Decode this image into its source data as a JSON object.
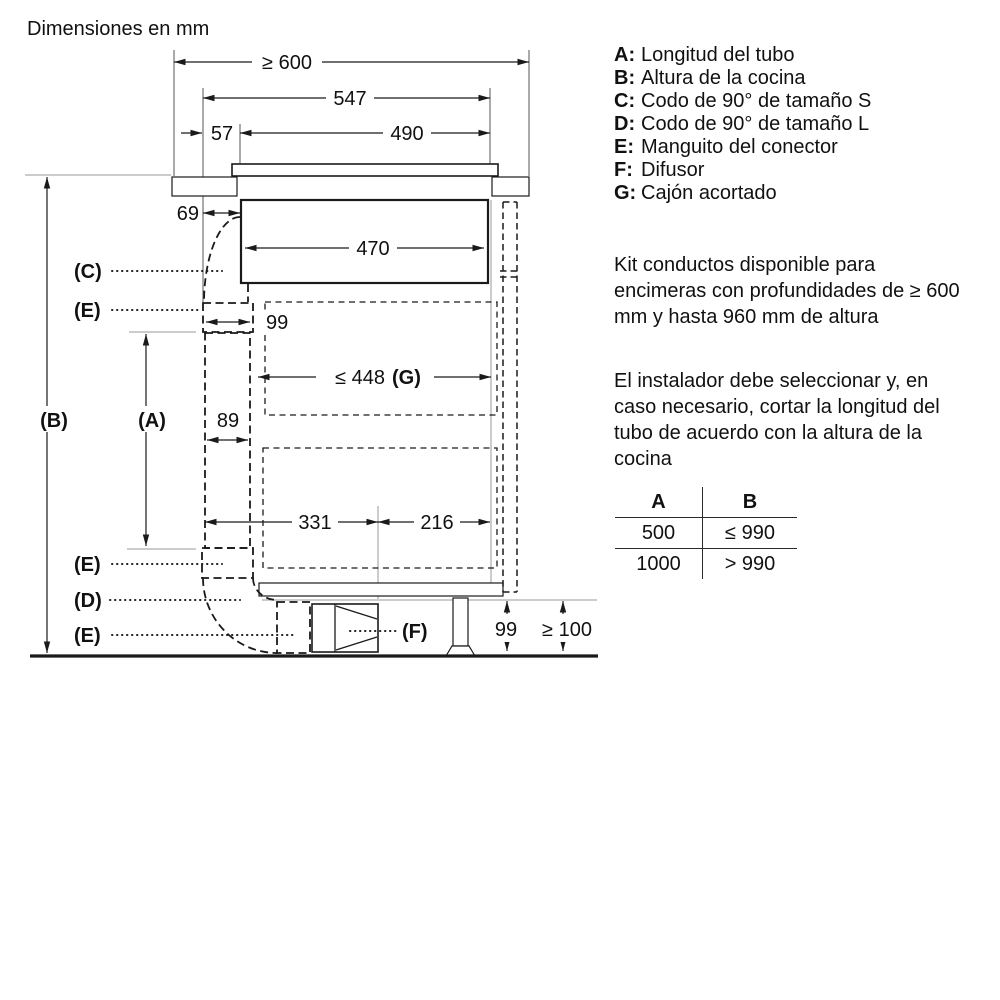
{
  "title": "Dimensiones en mm",
  "legend": {
    "items": [
      {
        "key": "A:",
        "text": "Longitud del tubo"
      },
      {
        "key": "B:",
        "text": "Altura de la cocina"
      },
      {
        "key": "C:",
        "text": "Codo de 90° de tamaño S"
      },
      {
        "key": "D:",
        "text": "Codo de 90° de tamaño L"
      },
      {
        "key": "E:",
        "text": "Manguito del conector"
      },
      {
        "key": "F:",
        "text": "Difusor"
      },
      {
        "key": "G:",
        "text": "Cajón acortado"
      }
    ]
  },
  "notes": {
    "kit": "Kit conductos disponible para encimeras con profundidades de ≥ 600 mm y hasta 960 mm de altura",
    "installer": "El instalador debe seleccionar y, en caso necesario, cortar la longitud del tubo de acuerdo con la altura de la cocina"
  },
  "table": {
    "col_a": "A",
    "col_b": "B",
    "rows": [
      {
        "a": "500",
        "b": "≤ 990"
      },
      {
        "a": "1000",
        "b": "> 990"
      }
    ]
  },
  "dims": {
    "worktop_depth": "≥ 600",
    "hob_width": "547",
    "front_offset": "57",
    "glass_width": "490",
    "rear_inset": "69",
    "body_width": "470",
    "connector_width_top": "99",
    "drawer_depth": "≤ 448",
    "drawer_depth_ref": "(G)",
    "tube_width": "89",
    "bottom_front": "331",
    "bottom_rear": "216",
    "plinth_height": "99",
    "floor_clearance": "≥ 100"
  },
  "refs": {
    "a": "(A)",
    "b": "(B)",
    "c": "(C)",
    "d": "(D)",
    "e": "(E)",
    "f": "(F)"
  }
}
